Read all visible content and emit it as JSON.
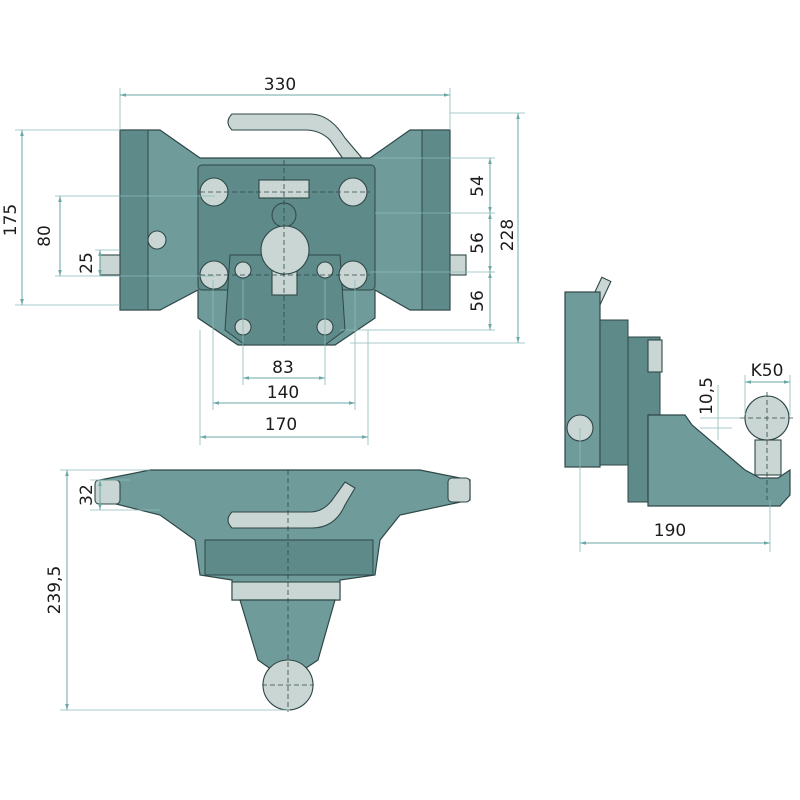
{
  "title": "Towing hitch K50 dimension drawing",
  "colors": {
    "body": "#6f9c9b",
    "light_parts": "#c9d6d4",
    "dimension_lines": "#6aa7a6",
    "outline": "#2f4747"
  },
  "front_view": {
    "dimensions": {
      "overall_width": "330",
      "height_flange": "175",
      "bolt_pitch_vertical_left": "80",
      "offset_left": "25",
      "upper_spacing": "54",
      "middle_spacing": "56",
      "lower_spacing": "56",
      "overall_height": "228",
      "inner_bolt_spacing": "83",
      "outer_bolt_spacing": "140",
      "plate_width": "170"
    }
  },
  "bottom_view": {
    "dimensions": {
      "flange_thickness": "32",
      "overall_depth": "239,5"
    }
  },
  "side_view": {
    "dimensions": {
      "ball_size": "K50",
      "ball_offset": "10,5",
      "overall_length": "190"
    }
  }
}
